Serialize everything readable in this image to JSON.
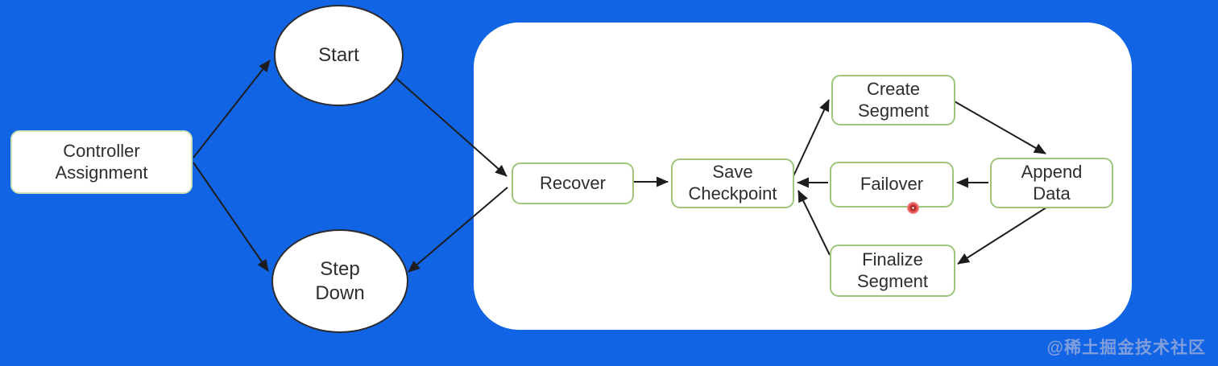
{
  "diagram": {
    "background_color": "#1164e4",
    "panel_color": "#ffffff",
    "rect_border_color": "#9fc57c",
    "ellipse_border_color": "#2c2c30",
    "arrow_color": "#1d1d1f",
    "laser_dot_color": "#e04444",
    "nodes": {
      "controller_assignment": {
        "label": "Controller\nAssignment",
        "shape": "rectangle"
      },
      "start": {
        "label": "Start",
        "shape": "ellipse"
      },
      "step_down": {
        "label": "Step\nDown",
        "shape": "ellipse"
      },
      "recover": {
        "label": "Recover",
        "shape": "rectangle"
      },
      "save_checkpoint": {
        "label": "Save\nCheckpoint",
        "shape": "rectangle"
      },
      "create_segment": {
        "label": "Create\nSegment",
        "shape": "rectangle"
      },
      "failover": {
        "label": "Failover",
        "shape": "rectangle"
      },
      "append_data": {
        "label": "Append\nData",
        "shape": "rectangle"
      },
      "finalize_segment": {
        "label": "Finalize\nSegment",
        "shape": "rectangle"
      }
    },
    "edges": [
      {
        "from": "controller_assignment",
        "to": "start"
      },
      {
        "from": "controller_assignment",
        "to": "step_down"
      },
      {
        "from": "start",
        "to": "recover"
      },
      {
        "from": "recover",
        "to": "step_down"
      },
      {
        "from": "recover",
        "to": "save_checkpoint"
      },
      {
        "from": "save_checkpoint",
        "to": "create_segment"
      },
      {
        "from": "failover",
        "to": "save_checkpoint"
      },
      {
        "from": "finalize_segment",
        "to": "save_checkpoint"
      },
      {
        "from": "create_segment",
        "to": "append_data"
      },
      {
        "from": "append_data",
        "to": "failover"
      },
      {
        "from": "append_data",
        "to": "finalize_segment"
      }
    ]
  },
  "watermark": {
    "text": "@稀土掘金技术社区",
    "color": "#8aa3dc"
  }
}
